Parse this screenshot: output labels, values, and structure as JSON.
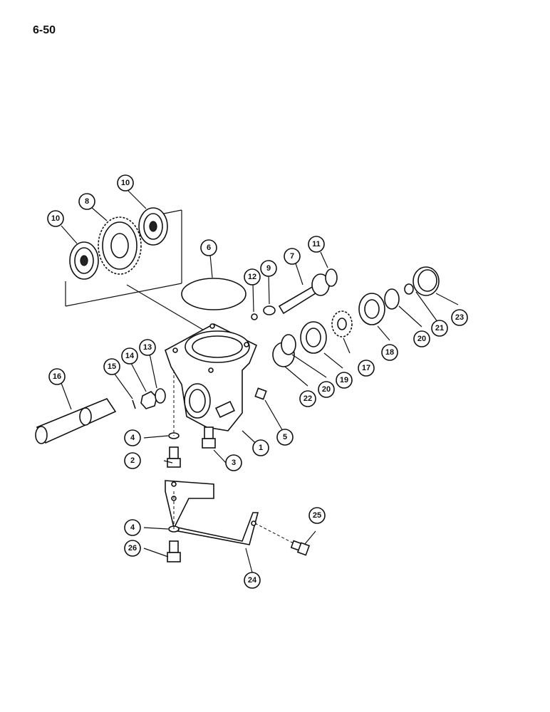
{
  "page_number": "6-50",
  "callouts": [
    {
      "id": "c1",
      "label": "1"
    },
    {
      "id": "c2",
      "label": "2"
    },
    {
      "id": "c3",
      "label": "3"
    },
    {
      "id": "c4a",
      "label": "4"
    },
    {
      "id": "c4b",
      "label": "4"
    },
    {
      "id": "c5",
      "label": "5"
    },
    {
      "id": "c6",
      "label": "6"
    },
    {
      "id": "c7",
      "label": "7"
    },
    {
      "id": "c8",
      "label": "8"
    },
    {
      "id": "c9",
      "label": "9"
    },
    {
      "id": "c10a",
      "label": "10"
    },
    {
      "id": "c10b",
      "label": "10"
    },
    {
      "id": "c11",
      "label": "11"
    },
    {
      "id": "c12",
      "label": "12"
    },
    {
      "id": "c13",
      "label": "13"
    },
    {
      "id": "c14",
      "label": "14"
    },
    {
      "id": "c15",
      "label": "15"
    },
    {
      "id": "c16",
      "label": "16"
    },
    {
      "id": "c17",
      "label": "17"
    },
    {
      "id": "c18",
      "label": "18"
    },
    {
      "id": "c19",
      "label": "19"
    },
    {
      "id": "c20a",
      "label": "20"
    },
    {
      "id": "c20b",
      "label": "20"
    },
    {
      "id": "c21",
      "label": "21"
    },
    {
      "id": "c22",
      "label": "22"
    },
    {
      "id": "c23",
      "label": "23"
    },
    {
      "id": "c24",
      "label": "24"
    },
    {
      "id": "c25",
      "label": "25"
    },
    {
      "id": "c26",
      "label": "26"
    }
  ]
}
